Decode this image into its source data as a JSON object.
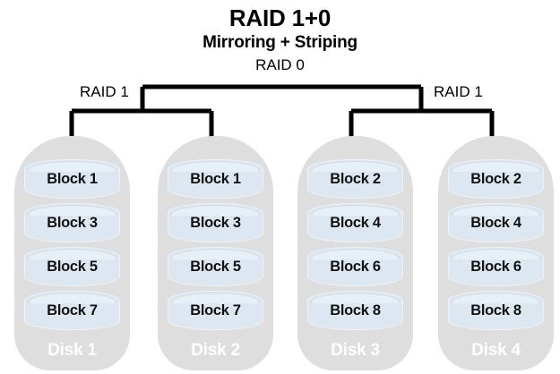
{
  "diagram": {
    "title": "RAID 1+0",
    "subtitle": "Mirroring + Striping",
    "stripe_label": "RAID 0",
    "mirror_left_label": "RAID 1",
    "mirror_right_label": "RAID 1",
    "colors": {
      "background": "#ffffff",
      "disk_body": "#dedede",
      "block_fill": "#dde7f1",
      "block_top": "#e7eff7",
      "block_edge": "#cfdae6",
      "connector": "#000000",
      "text": "#000000",
      "disk_name_text": "#ffffff"
    },
    "disks": [
      {
        "name": "Disk 1",
        "group": "RAID 1",
        "blocks": [
          {
            "label": "Block 1"
          },
          {
            "label": "Block 3"
          },
          {
            "label": "Block 5"
          },
          {
            "label": "Block 7"
          }
        ]
      },
      {
        "name": "Disk 2",
        "group": "RAID 1",
        "blocks": [
          {
            "label": "Block 1"
          },
          {
            "label": "Block 3"
          },
          {
            "label": "Block 5"
          },
          {
            "label": "Block 7"
          }
        ]
      },
      {
        "name": "Disk 3",
        "group": "RAID 1",
        "blocks": [
          {
            "label": "Block 2"
          },
          {
            "label": "Block 4"
          },
          {
            "label": "Block 6"
          },
          {
            "label": "Block 8"
          }
        ]
      },
      {
        "name": "Disk 4",
        "group": "RAID 1",
        "blocks": [
          {
            "label": "Block 2"
          },
          {
            "label": "Block 4"
          },
          {
            "label": "Block 6"
          },
          {
            "label": "Block 8"
          }
        ]
      }
    ]
  }
}
